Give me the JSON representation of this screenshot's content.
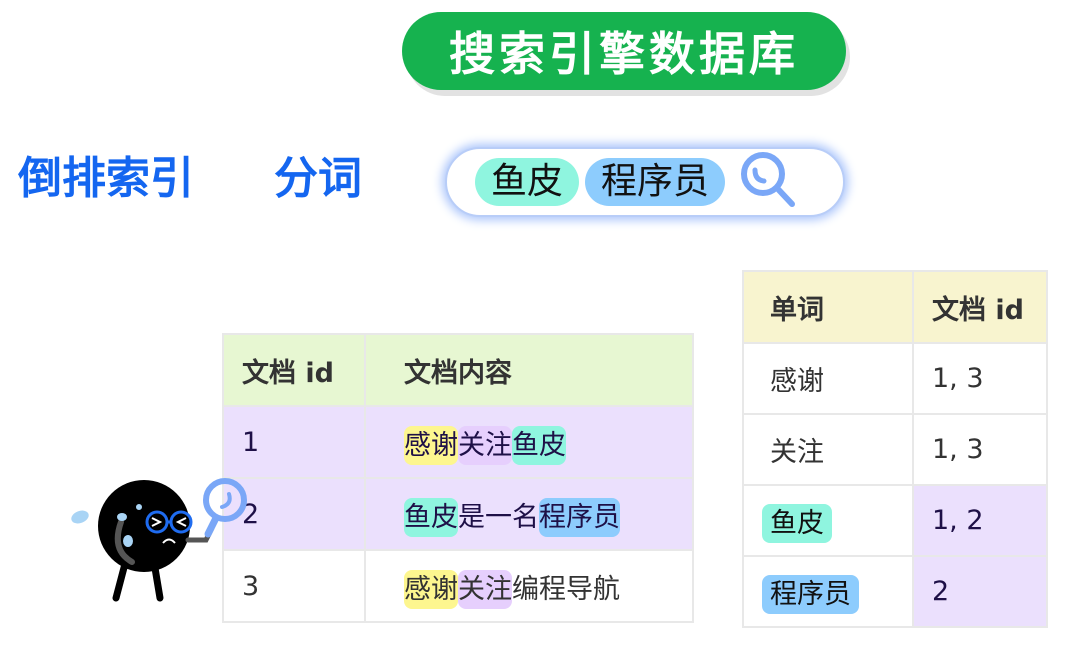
{
  "title": "搜索引擎数据库",
  "labels": {
    "inverted_index": "倒排索引",
    "tokenize": "分词"
  },
  "search": {
    "tokens": [
      {
        "text": "鱼皮",
        "color": "#8ff5df"
      },
      {
        "text": "程序员",
        "color": "#8dccfd"
      }
    ],
    "icon": "search-icon"
  },
  "documents_table": {
    "headers": [
      "文档 id",
      "文档内容"
    ],
    "rows": [
      {
        "id": "1",
        "segments": [
          {
            "text": "感谢",
            "color": "#fdf68f"
          },
          {
            "text": "关注",
            "color": "#e6cffd"
          },
          {
            "text": "鱼皮",
            "color": "#8ff5df"
          }
        ]
      },
      {
        "id": "2",
        "segments": [
          {
            "text": "鱼皮",
            "color": "#8ff5df"
          },
          {
            "text": "是一名",
            "color": ""
          },
          {
            "text": "程序员",
            "color": "#8dccfd"
          }
        ]
      },
      {
        "id": "3",
        "segments": [
          {
            "text": "感谢",
            "color": "#fdf68f"
          },
          {
            "text": "关注",
            "color": "#e6cffd"
          },
          {
            "text": "编程导航",
            "color": ""
          }
        ]
      }
    ]
  },
  "inverted_table": {
    "headers": [
      "单词",
      "文档 id"
    ],
    "rows": [
      {
        "word": "感谢",
        "ids": "1, 3"
      },
      {
        "word": "关注",
        "ids": "1, 3"
      },
      {
        "word": "鱼皮",
        "ids": "1, 2"
      },
      {
        "word": "程序员",
        "ids": "2"
      }
    ]
  },
  "colors": {
    "title_bg": "#16b24f",
    "label": "#1466f0",
    "accent_blue": "#7aa7f7",
    "highlight_row": "#ebe0fd"
  }
}
